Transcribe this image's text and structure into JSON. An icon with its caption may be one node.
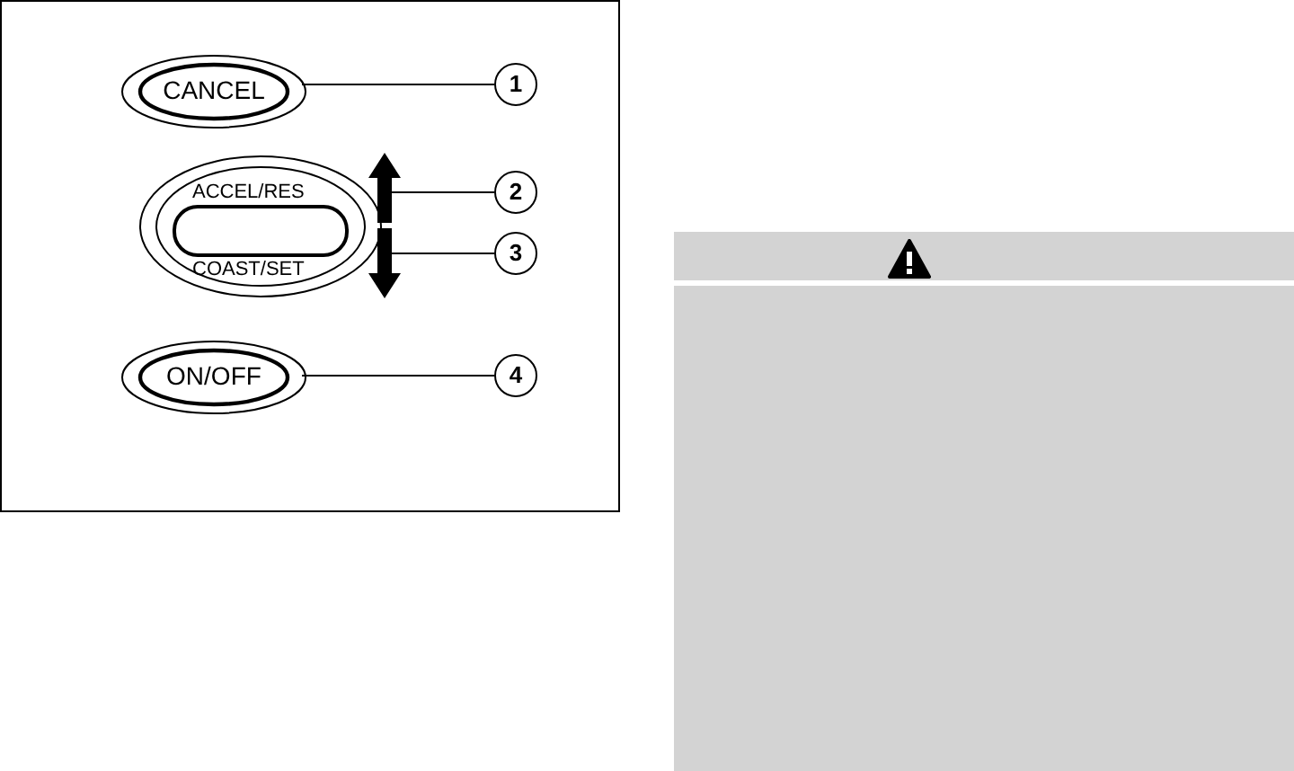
{
  "diagram": {
    "nodes": [
      {
        "text": [
          "CANCEL"
        ]
      },
      {
        "text": [
          "1"
        ]
      },
      {
        "text": [
          "ACCEL/RES",
          "COAST/SET"
        ]
      },
      {
        "text": [],
        "shape": "arrow"
      },
      {
        "text": [],
        "shape": "arrow"
      },
      {
        "text": [
          "2"
        ]
      },
      {
        "text": [
          "3"
        ]
      },
      {
        "text": [
          "ON/OFF"
        ]
      },
      {
        "text": [
          "4"
        ]
      }
    ],
    "edges": [
      {
        "from": 1,
        "to": 0,
        "arrow": "none"
      },
      {
        "from": 5,
        "to": 3,
        "arrow": "none"
      },
      {
        "from": 6,
        "to": 4,
        "arrow": "none"
      },
      {
        "from": 8,
        "to": 7,
        "arrow": "none"
      }
    ]
  }
}
